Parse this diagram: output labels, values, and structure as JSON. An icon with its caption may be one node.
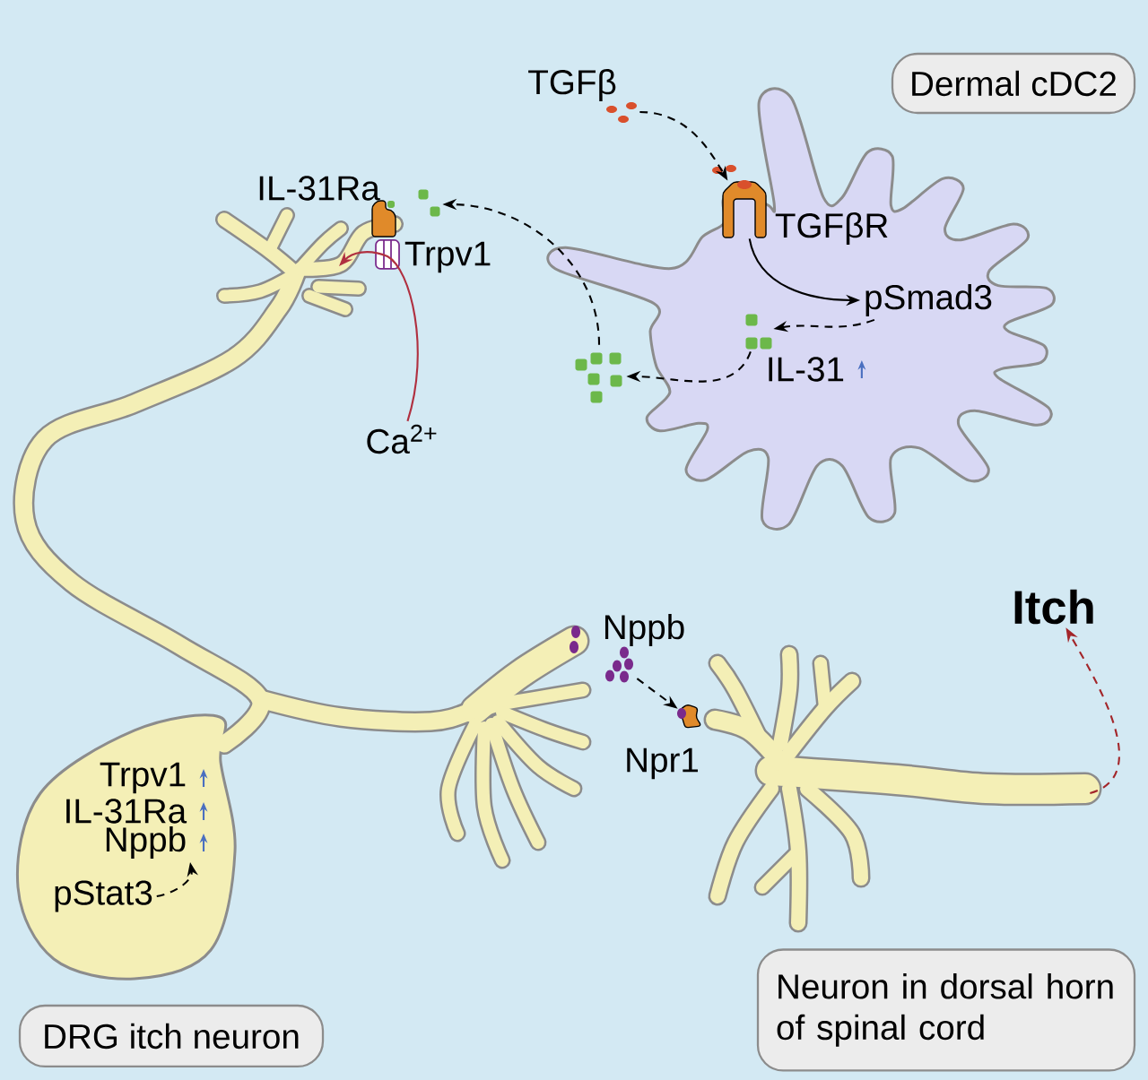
{
  "diagram": {
    "nodes": [
      {
        "text": [],
        "shape": "picture",
        "beside": [
          "TGFβ"
        ]
      },
      {
        "text": [],
        "shape": "picture",
        "beside": [
          "TGFβR"
        ]
      },
      {
        "text": [
          "pSmad3"
        ]
      },
      {
        "text": [],
        "shape": "picture",
        "beside": [
          "IL-31"
        ]
      },
      {
        "text": [],
        "shape": "picture"
      },
      {
        "text": [],
        "shape": "picture"
      },
      {
        "text": [],
        "shape": "picture",
        "beside": [
          "IL-31Ra"
        ]
      },
      {
        "text": [],
        "shape": "picture",
        "beside": [
          "Trpv1"
        ]
      },
      {
        "text": [
          "Ca$^{2+}$"
        ]
      },
      {
        "text": [],
        "shape": "picture",
        "beside": [
          "Nppb"
        ]
      },
      {
        "text": [],
        "shape": "picture"
      },
      {
        "text": [],
        "shape": "picture",
        "beside": [
          "Npr1"
        ]
      },
      {
        "text": [
          "Itch"
        ]
      },
      {
        "text": [
          "Trpv1"
        ]
      },
      {
        "text": [
          "IL-31Ra"
        ]
      },
      {
        "text": [
          "Nppb"
        ]
      },
      {
        "text": [
          "pStat3"
        ]
      },
      {
        "text": [
          "Dermal cDC2"
        ]
      },
      {
        "text": [
          "DRG itch neuron"
        ]
      },
      {
        "text": [
          "Neuron in dorsal horn of spinal cord"
        ]
      }
    ],
    "edges": [
      {
        "from": 0,
        "to": 1,
        "arrow": "to",
        "style": "dashed"
      },
      {
        "from": 1,
        "to": 2,
        "arrow": "to"
      },
      {
        "from": 2,
        "to": 3,
        "arrow": "to",
        "style": "dashed"
      },
      {
        "from": 3,
        "to": 4,
        "arrow": "to",
        "style": "dashed"
      },
      {
        "from": 4,
        "to": 5,
        "arrow": "to",
        "style": "dashed"
      },
      {
        "from": 8,
        "to": null,
        "arrow": "to",
        "color": "#b03040"
      },
      {
        "from": 9,
        "to": 11,
        "arrow": "to",
        "style": "dashed"
      },
      {
        "from": 16,
        "to": 15,
        "arrow": "to",
        "style": "dashed"
      },
      {
        "from": 10,
        "to": 12,
        "arrow": "to",
        "style": "dashed",
        "color": "#a3262a"
      }
    ]
  }
}
